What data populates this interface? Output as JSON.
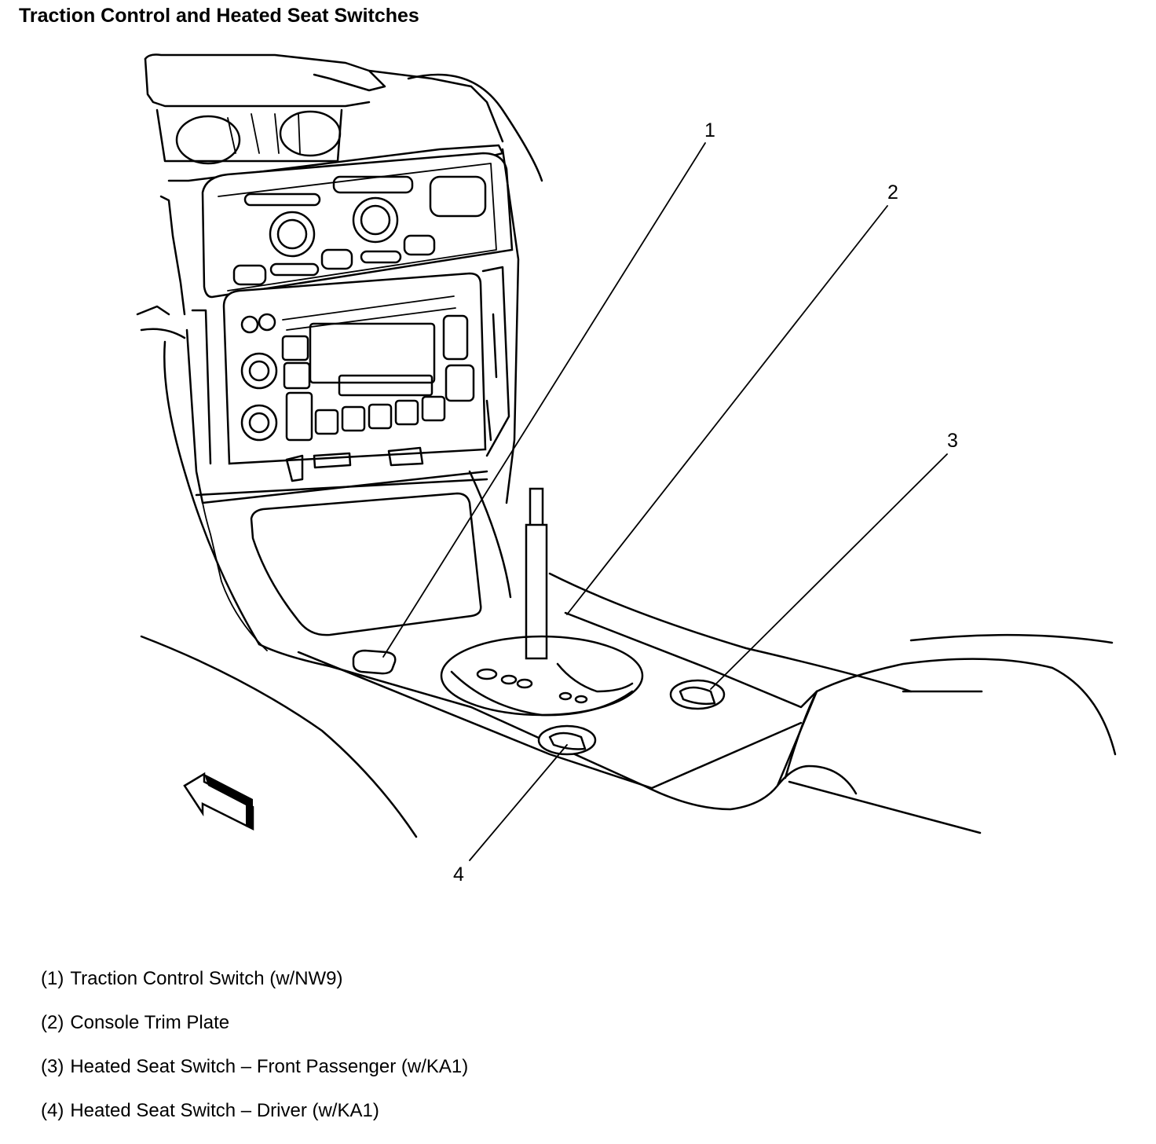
{
  "title": "Traction Control and Heated Seat Switches",
  "callouts": [
    {
      "id": "1",
      "label": "1"
    },
    {
      "id": "2",
      "label": "2"
    },
    {
      "id": "3",
      "label": "3"
    },
    {
      "id": "4",
      "label": "4"
    }
  ],
  "legend": [
    {
      "num": "(1)",
      "text": "Traction Control Switch (w/NW9)"
    },
    {
      "num": "(2)",
      "text": "Console Trim Plate"
    },
    {
      "num": "(3)",
      "text": "Heated Seat Switch – Front Passenger (w/KA1)"
    },
    {
      "num": "(4)",
      "text": "Heated Seat Switch – Driver (w/KA1)"
    }
  ]
}
